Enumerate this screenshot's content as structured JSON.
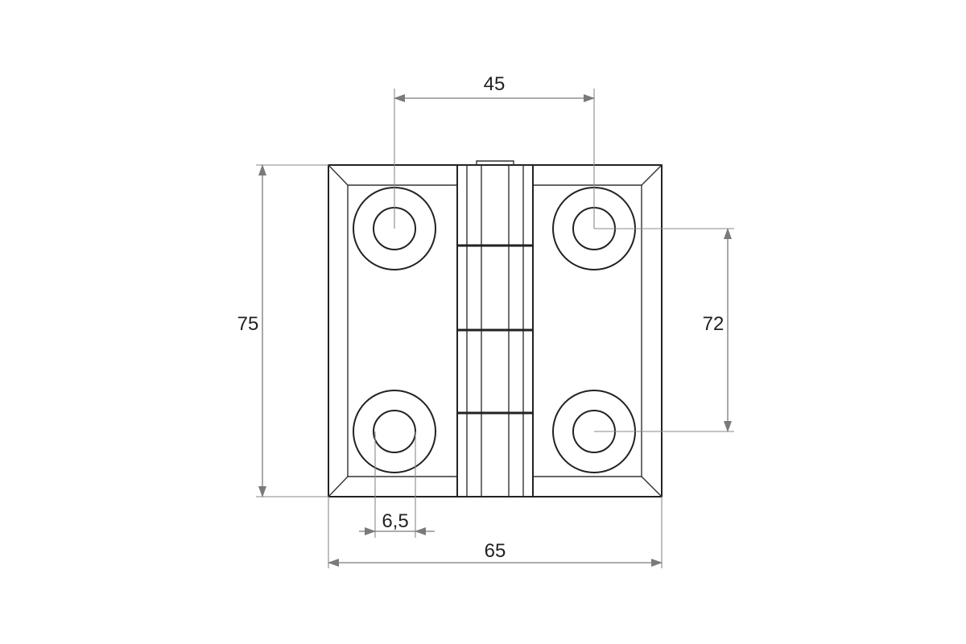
{
  "drawing": {
    "dimensions": {
      "hole_spacing_horizontal": "45",
      "overall_height": "75",
      "hole_spacing_vertical": "72",
      "hole_diameter": "6,5",
      "overall_width": "65"
    },
    "colors": {
      "outline": "#222222",
      "dimension_line": "#7a7a7a",
      "background": "#ffffff"
    }
  }
}
